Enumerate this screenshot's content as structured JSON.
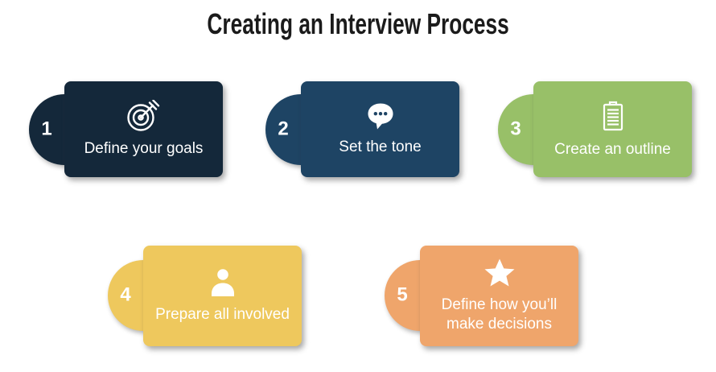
{
  "title": "Creating an Interview Process",
  "colors": {
    "background": "#FFFFFF",
    "title_text": "#1B1B1B",
    "step_text": "#FFFFFF"
  },
  "steps": [
    {
      "number": "1",
      "label": "Define your goals",
      "icon": "target-arrow-icon",
      "color": "#14283A"
    },
    {
      "number": "2",
      "label": "Set the tone",
      "icon": "speech-bubble-icon",
      "color": "#1E4464"
    },
    {
      "number": "3",
      "label": "Create an outline",
      "icon": "clipboard-icon",
      "color": "#98C068"
    },
    {
      "number": "4",
      "label": "Prepare all involved",
      "icon": "person-icon",
      "color": "#EEC85D"
    },
    {
      "number": "5",
      "label": "Define how you’ll make decisions",
      "icon": "star-icon",
      "color": "#EFA56B"
    }
  ]
}
